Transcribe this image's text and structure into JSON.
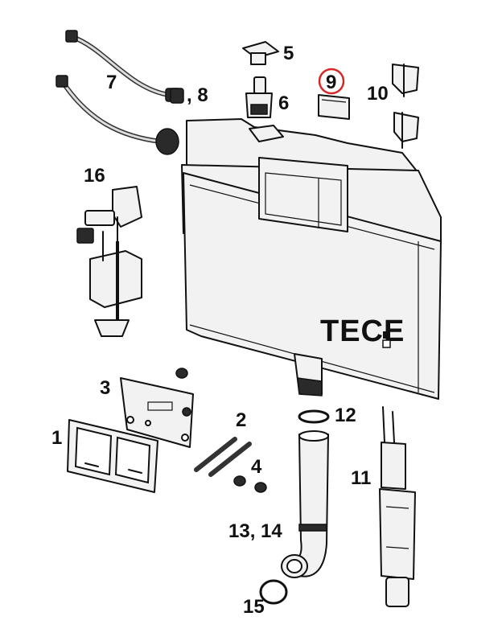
{
  "brand": "TECE",
  "highlight_color": "#d62828",
  "parts": [
    {
      "key": "p1",
      "label": "1"
    },
    {
      "key": "p2",
      "label": "2"
    },
    {
      "key": "p3",
      "label": "3"
    },
    {
      "key": "p4",
      "label": "4"
    },
    {
      "key": "p5",
      "label": "5"
    },
    {
      "key": "p6",
      "label": "6"
    },
    {
      "key": "p7",
      "label": "7"
    },
    {
      "key": "p8",
      "label": ", 8"
    },
    {
      "key": "p9",
      "label": "9",
      "highlighted": true
    },
    {
      "key": "p10",
      "label": "10"
    },
    {
      "key": "p11",
      "label": "11"
    },
    {
      "key": "p12",
      "label": "12"
    },
    {
      "key": "p1314",
      "label": "13, 14"
    },
    {
      "key": "p15",
      "label": "15"
    },
    {
      "key": "p16",
      "label": "16"
    }
  ]
}
